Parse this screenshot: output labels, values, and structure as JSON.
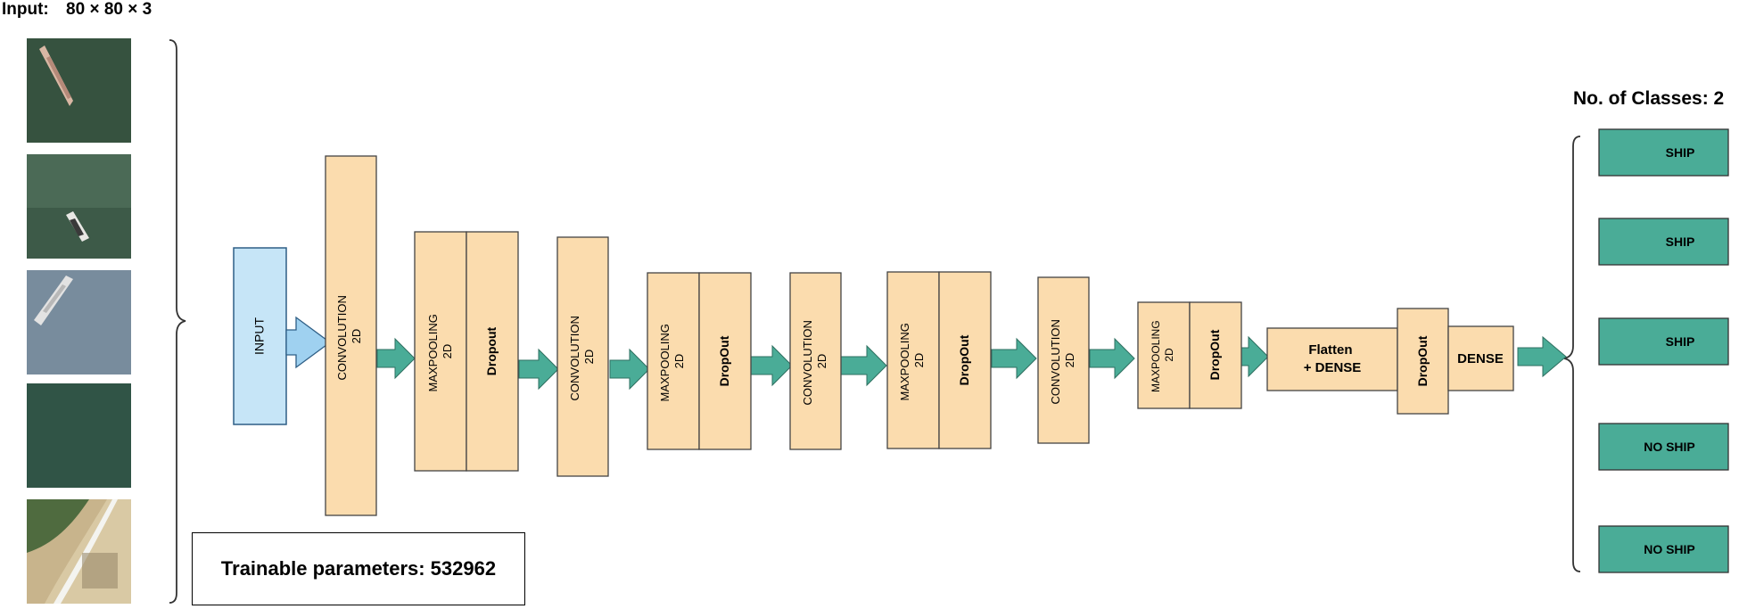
{
  "input": {
    "label": "Input:",
    "size": "80 × 80 × 3",
    "thumbnails": [
      {
        "name": "ship-diagonal"
      },
      {
        "name": "ship-small"
      },
      {
        "name": "ship-grey-water"
      },
      {
        "name": "empty-sea"
      },
      {
        "name": "shoreline"
      }
    ]
  },
  "layers": [
    {
      "id": "input",
      "label": "INPUT",
      "sub": ""
    },
    {
      "id": "conv1",
      "label": "CONVOLUTION",
      "sub": "2D"
    },
    {
      "id": "pool1",
      "label": "MAXPOOLING",
      "sub": "2D"
    },
    {
      "id": "drop1",
      "label": "Dropout",
      "sub": ""
    },
    {
      "id": "conv2",
      "label": "CONVOLUTION",
      "sub": "2D"
    },
    {
      "id": "pool2",
      "label": "MAXPOOLING",
      "sub": "2D"
    },
    {
      "id": "drop2",
      "label": "DropOut",
      "sub": ""
    },
    {
      "id": "conv3",
      "label": "CONVOLUTION",
      "sub": "2D"
    },
    {
      "id": "pool3",
      "label": "MAXPOOLING",
      "sub": "2D"
    },
    {
      "id": "drop3",
      "label": "DropOut",
      "sub": ""
    },
    {
      "id": "conv4",
      "label": "CONVOLUTION",
      "sub": "2D"
    },
    {
      "id": "pool4",
      "label": "MAXPOOLING",
      "sub": "2D"
    },
    {
      "id": "drop4",
      "label": "DropOut",
      "sub": ""
    },
    {
      "id": "flatten",
      "label": "Flatten",
      "sub": "+ DENSE"
    },
    {
      "id": "drop5",
      "label": "DropOut",
      "sub": ""
    },
    {
      "id": "dense",
      "label": "DENSE",
      "sub": ""
    }
  ],
  "params": {
    "text": "Trainable parameters: 532962"
  },
  "classes": {
    "label": "No. of Classes:  2",
    "outputs": [
      "SHIP",
      "SHIP",
      "SHIP",
      "NO SHIP",
      "NO SHIP"
    ]
  },
  "colors": {
    "input_fill": "#c6e5f7",
    "input_stroke": "#2f5f86",
    "layer_fill": "#fbdcae",
    "layer_stroke": "#444444",
    "arrow_fill": "#4aac97",
    "output_fill": "#4aac97",
    "brace": "#333333"
  }
}
